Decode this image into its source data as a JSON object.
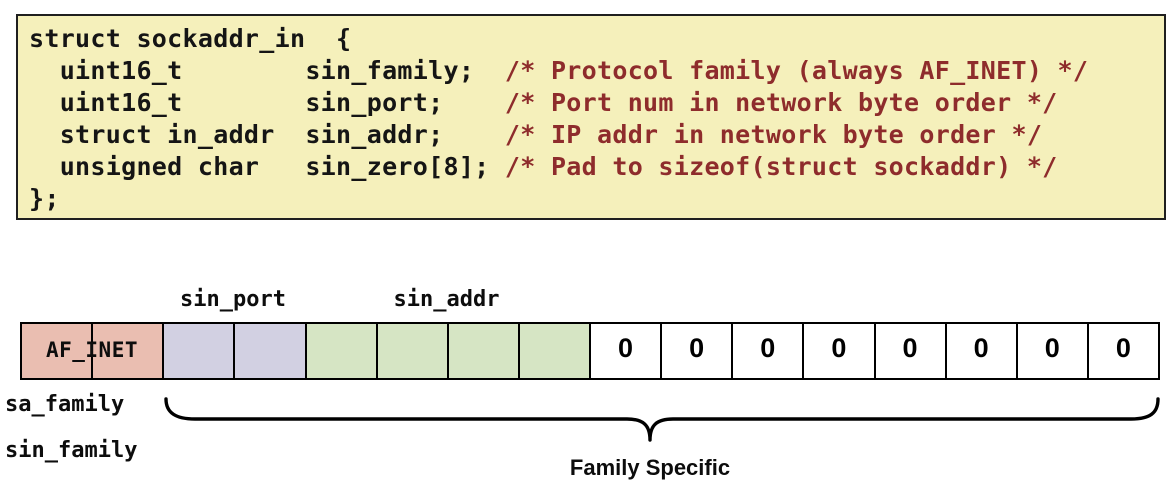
{
  "code_box": {
    "background": "#f5f0bb",
    "text_color": "#151515",
    "comment_color": "#8e2c2c",
    "lines": [
      {
        "code": "struct sockaddr_in  {",
        "comment": ""
      },
      {
        "code": "  uint16_t        sin_family;  ",
        "comment": "/* Protocol family (always AF_INET) */"
      },
      {
        "code": "  uint16_t        sin_port;    ",
        "comment": "/* Port num in network byte order */"
      },
      {
        "code": "  struct in_addr  sin_addr;    ",
        "comment": "/* IP addr in network byte order */"
      },
      {
        "code": "  unsigned char   sin_zero[8]; ",
        "comment": "/* Pad to sizeof(struct sockaddr) */"
      },
      {
        "code": "};",
        "comment": ""
      }
    ]
  },
  "diagram": {
    "groups": [
      {
        "name": "sin_family",
        "label": "AF_INET",
        "cell_count": 2,
        "color": "#eabeb1",
        "cell_value": ""
      },
      {
        "name": "sin_port",
        "label": "",
        "cell_count": 2,
        "color": "#d2d0e2",
        "cell_value": ""
      },
      {
        "name": "sin_addr",
        "label": "",
        "cell_count": 4,
        "color": "#d6e5c4",
        "cell_value": ""
      },
      {
        "name": "sin_zero",
        "label": "",
        "cell_count": 8,
        "color": "#ffffff",
        "cell_value": "0"
      }
    ],
    "top_labels": [
      {
        "text": "sin_port"
      },
      {
        "text": "sin_addr"
      }
    ],
    "left_labels": [
      "sa_family",
      "sin_family"
    ],
    "brace_label": "Family Specific",
    "border_color": "#000000"
  }
}
